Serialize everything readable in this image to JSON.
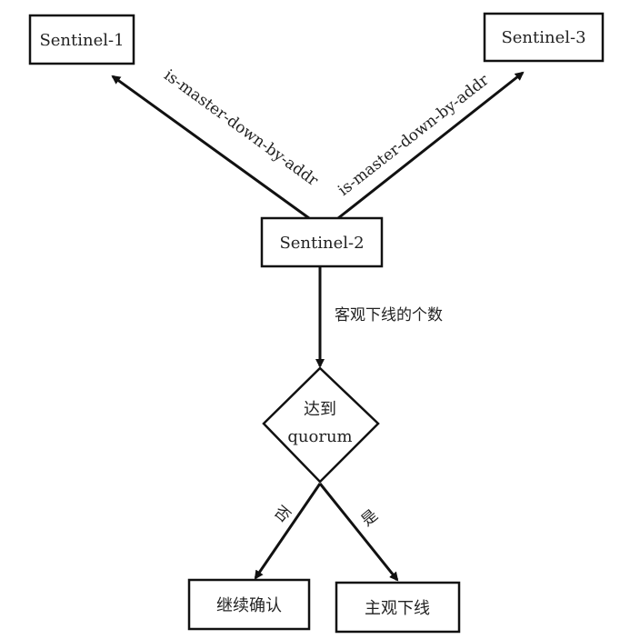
{
  "nodes": {
    "sentinel1": "Sentinel-1",
    "sentinel2": "Sentinel-2",
    "sentinel3": "Sentinel-3",
    "decision_line1": "达到",
    "decision_line2": "quorum",
    "continue": "继续确认",
    "subjective_down": "主观下线"
  },
  "edges": {
    "to_sentinel1": "is-master-down-by-addr",
    "to_sentinel3": "is-master-down-by-addr",
    "to_decision": "客观下线的个数",
    "no": "否",
    "yes": "是"
  }
}
